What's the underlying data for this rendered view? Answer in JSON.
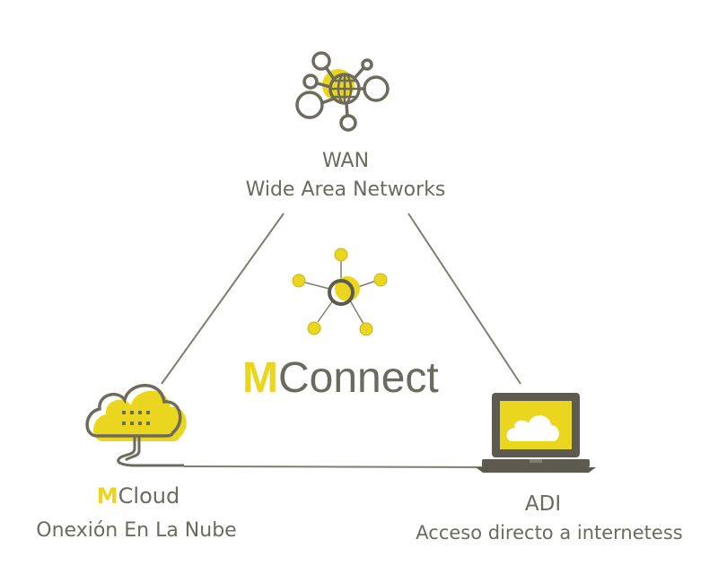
{
  "colors": {
    "accent": "#ead51f",
    "line": "#807d70",
    "text": "#6a6a60",
    "icon_stroke": "#6d6a5e"
  },
  "wan": {
    "icon": "network-globe-icon",
    "title": "WAN",
    "subtitle": "Wide Area Networks"
  },
  "center": {
    "icon": "hub-nodes-icon",
    "brand_m": "M",
    "brand_rest": "Connect"
  },
  "cloud": {
    "icon": "cloud-server-icon",
    "brand_m": "M",
    "brand_rest": "Cloud",
    "subtitle": "Onexión En La Nube"
  },
  "adi": {
    "icon": "laptop-cloud-icon",
    "title": "ADI",
    "subtitle": "Acceso directo a internetess"
  }
}
